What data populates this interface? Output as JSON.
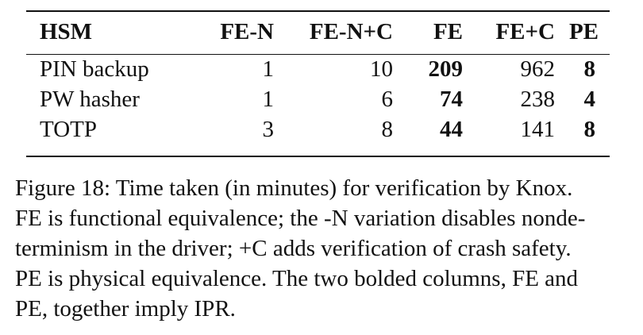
{
  "table": {
    "headers": [
      "HSM",
      "FE-N",
      "FE-N+C",
      "FE",
      "FE+C",
      "PE"
    ],
    "rows": [
      [
        "PIN backup",
        "1",
        "10",
        "209",
        "962",
        "8"
      ],
      [
        "PW hasher",
        "1",
        "6",
        "74",
        "238",
        "4"
      ],
      [
        "TOTP",
        "3",
        "8",
        "44",
        "141",
        "8"
      ]
    ],
    "bold_columns": [
      "FE",
      "PE"
    ]
  },
  "caption": {
    "lines": [
      "Figure 18: Time taken (in minutes) for verification by Knox.",
      "FE is functional equivalence; the -N variation disables nonde-",
      "terminism in the driver; +C adds verification of crash safety.",
      "PE is physical equivalence. The two bolded columns, FE and",
      "PE, together imply IPR."
    ]
  }
}
